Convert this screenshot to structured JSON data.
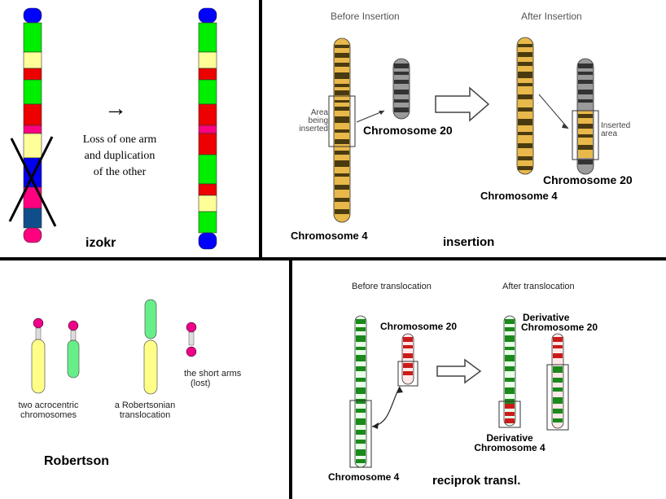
{
  "panels": {
    "izokr": {
      "label": "izokr",
      "caption": [
        "Loss of one arm",
        "and duplication",
        "of the other"
      ],
      "arrow_glyph": "→",
      "left_chromosome_bands": [
        "#0000ff",
        "#00ee00",
        "#ffff99",
        "#ee0000",
        "#00ee00",
        "#ee0000",
        "#ff0080",
        "#ffff99",
        "#0000ee",
        "#ff0080",
        "#104e8b",
        "#ff0080"
      ],
      "right_chromosome_bands": [
        "#0000ff",
        "#00ee00",
        "#ffff99",
        "#ee0000",
        "#00ee00",
        "#ee0000",
        "#ff0080",
        "#ee0000",
        "#00ee00",
        "#ee0000",
        "#ffff99",
        "#00ee00",
        "#0000ff"
      ]
    },
    "insertion": {
      "label": "insertion",
      "before_title": "Before Insertion",
      "after_title": "After Insertion",
      "area_label": [
        "Area",
        "being",
        "inserted"
      ],
      "inserted_label": [
        "Inserted",
        "area"
      ],
      "chr20_label": "Chromosome 20",
      "chr4_label": "Chromosome 4",
      "colors": {
        "chr4": "#e8b84a",
        "chr20": "#9a9a9a",
        "band_dark": "#4a3a10"
      }
    },
    "robertson": {
      "label": "Robertson",
      "caption_left": [
        "two acrocentric",
        "chromosomes"
      ],
      "caption_mid": [
        "a Robertsonian",
        "translocation"
      ],
      "caption_right": [
        "the short arms",
        "(lost)"
      ],
      "colors": {
        "yellow": "#ffff88",
        "green": "#66ee88",
        "pink": "#ee0088"
      }
    },
    "reciprok": {
      "label": "reciprok transl.",
      "before_title": "Before translocation",
      "after_title": "After translocation",
      "chr20_label": "Chromosome 20",
      "chr4_label": "Chromosome 4",
      "deriv20_label": [
        "Derivative",
        "Chromosome 20"
      ],
      "deriv4_label": [
        "Derivative",
        "Chromosome 4"
      ],
      "colors": {
        "green": "#1a8a1a",
        "red": "#cc1a1a"
      }
    }
  }
}
